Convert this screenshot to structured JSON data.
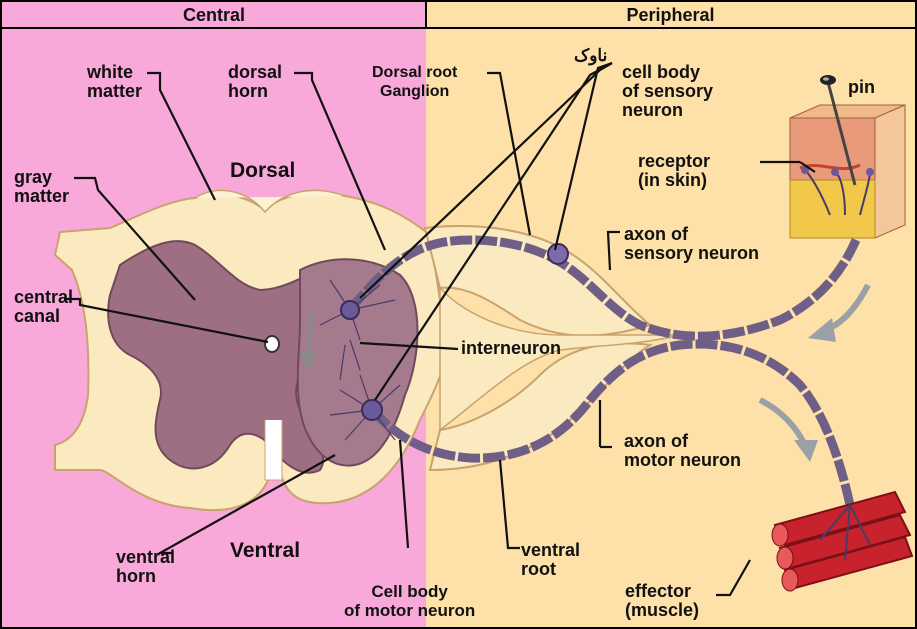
{
  "header": {
    "central": "Central",
    "peripheral": "Peripheral"
  },
  "labels": {
    "white_matter": "white\nmatter",
    "dorsal_horn": "dorsal\nhorn",
    "dorsal_root_ganglion": "Dorsal root\nGanglion",
    "axon_persian": "ناوک",
    "cell_body_sensory": "cell body\nof sensory\nneuron",
    "pin": "pin",
    "gray_matter": "gray\nmatter",
    "dorsal": "Dorsal",
    "receptor": "receptor\n(in skin)",
    "axon_sensory": "axon of\nsensory neuron",
    "central_canal": "central\ncanal",
    "interneuron": "interneuron",
    "axon_motor": "axon of\nmotor neuron",
    "ventral_horn": "ventral\nhorn",
    "ventral": "Ventral",
    "ventral_root": "ventral\nroot",
    "cell_body_motor": "Cell body\nof motor neuron",
    "effector": "effector\n(muscle)"
  },
  "colors": {
    "central_bg": "#f8a8d9",
    "peripheral_bg": "#fde1a8",
    "white_matter": "#fbe9c0",
    "gray_matter": "#9e6f82",
    "nerve": "#6f5f86",
    "muscle": "#c8222c"
  }
}
